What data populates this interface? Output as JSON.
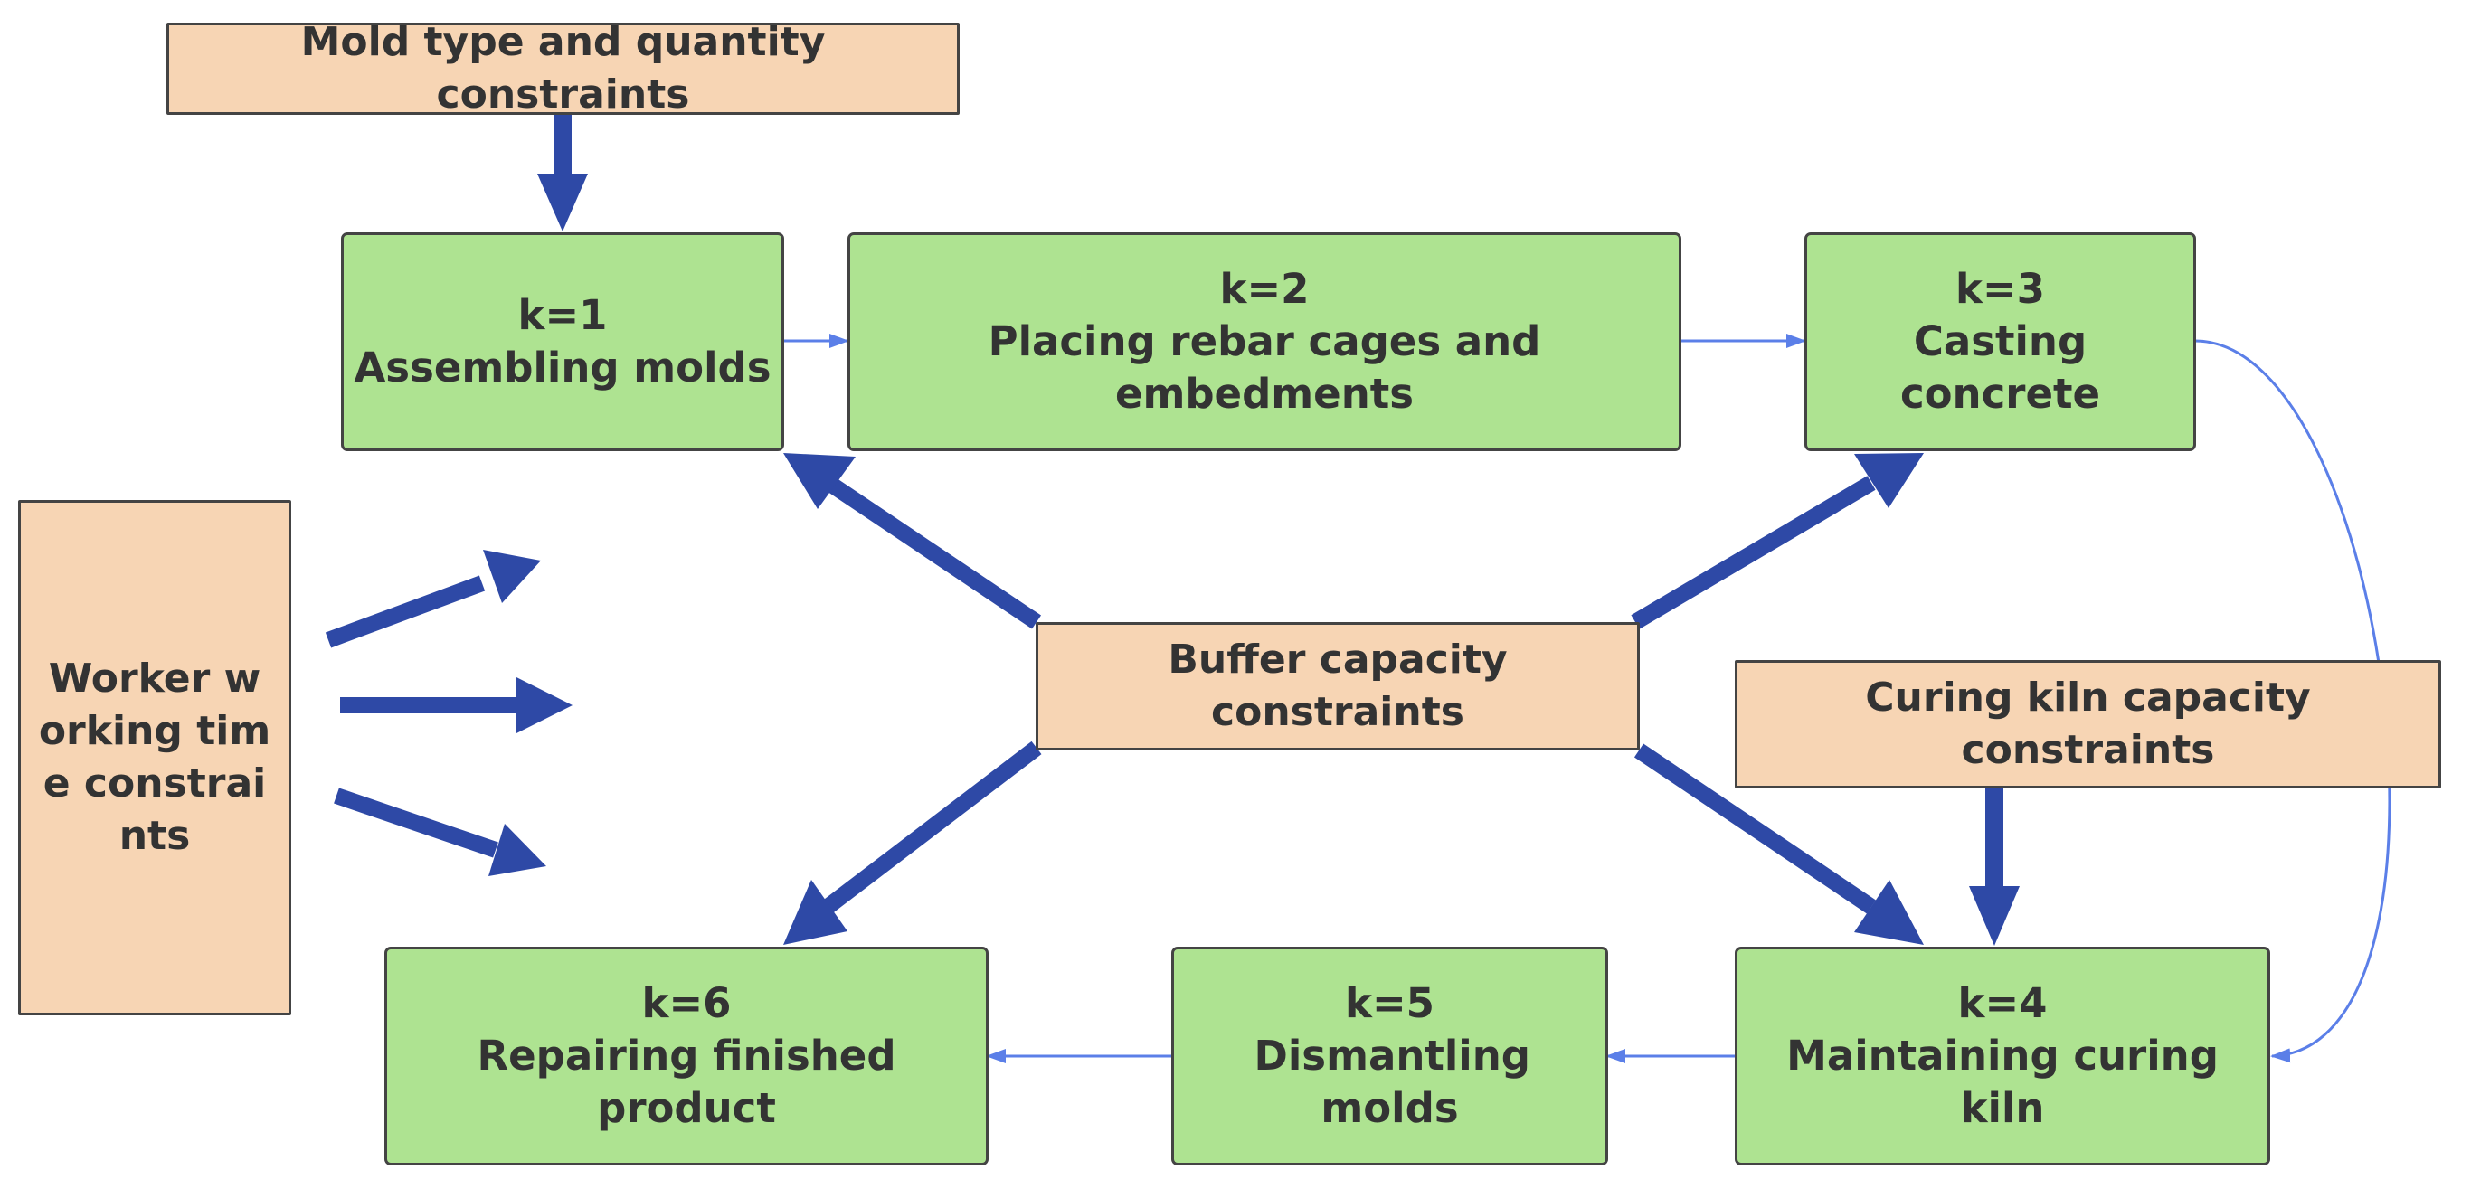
{
  "colors": {
    "step_fill": "#aee391",
    "constraint_fill": "#f7d5b4",
    "thick_arrow": "#2e49a6",
    "thin_arrow": "#5b7fe8"
  },
  "steps": [
    {
      "k": "k=1",
      "name": "Assembling molds"
    },
    {
      "k": "k=2",
      "name": "Placing rebar cages and embedments"
    },
    {
      "k": "k=3",
      "name": "Casting concrete"
    },
    {
      "k": "k=4",
      "name": "Maintaining curing kiln"
    },
    {
      "k": "k=5",
      "name": "Dismantling molds"
    },
    {
      "k": "k=6",
      "name": "Repairing finished product"
    }
  ],
  "constraints": {
    "mold": "Mold type and quantity constraints",
    "buffer": "Buffer capacity constraints",
    "curing": "Curing kiln capacity constraints",
    "worker": "Worker working time constraints"
  }
}
